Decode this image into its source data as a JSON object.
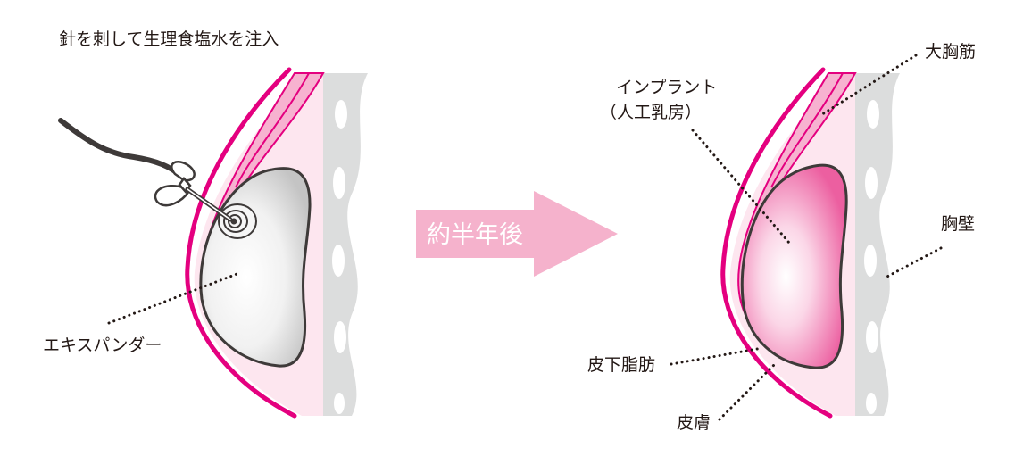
{
  "labels": {
    "needle_injection": "針を刺して生理食塩水を注入",
    "expander": "エキスパンダー",
    "implant_line1": "インプラント",
    "implant_line2": "（人工乳房）",
    "pectoralis_major": "大胸筋",
    "chest_wall": "胸壁",
    "subcutaneous_fat": "皮下脂肪",
    "skin": "皮膚"
  },
  "arrow": {
    "label": "約半年後"
  },
  "colors": {
    "skin": "#e4007f",
    "muscle_fill": "#f7b2d0",
    "fat_fill": "#fde6ef",
    "chest_wall": "#dcdddd",
    "expander_shell": "#e0e0e0",
    "implant": "#ec5fa0",
    "arrow": "#f5b2cc",
    "outline": "#3e3a39"
  }
}
